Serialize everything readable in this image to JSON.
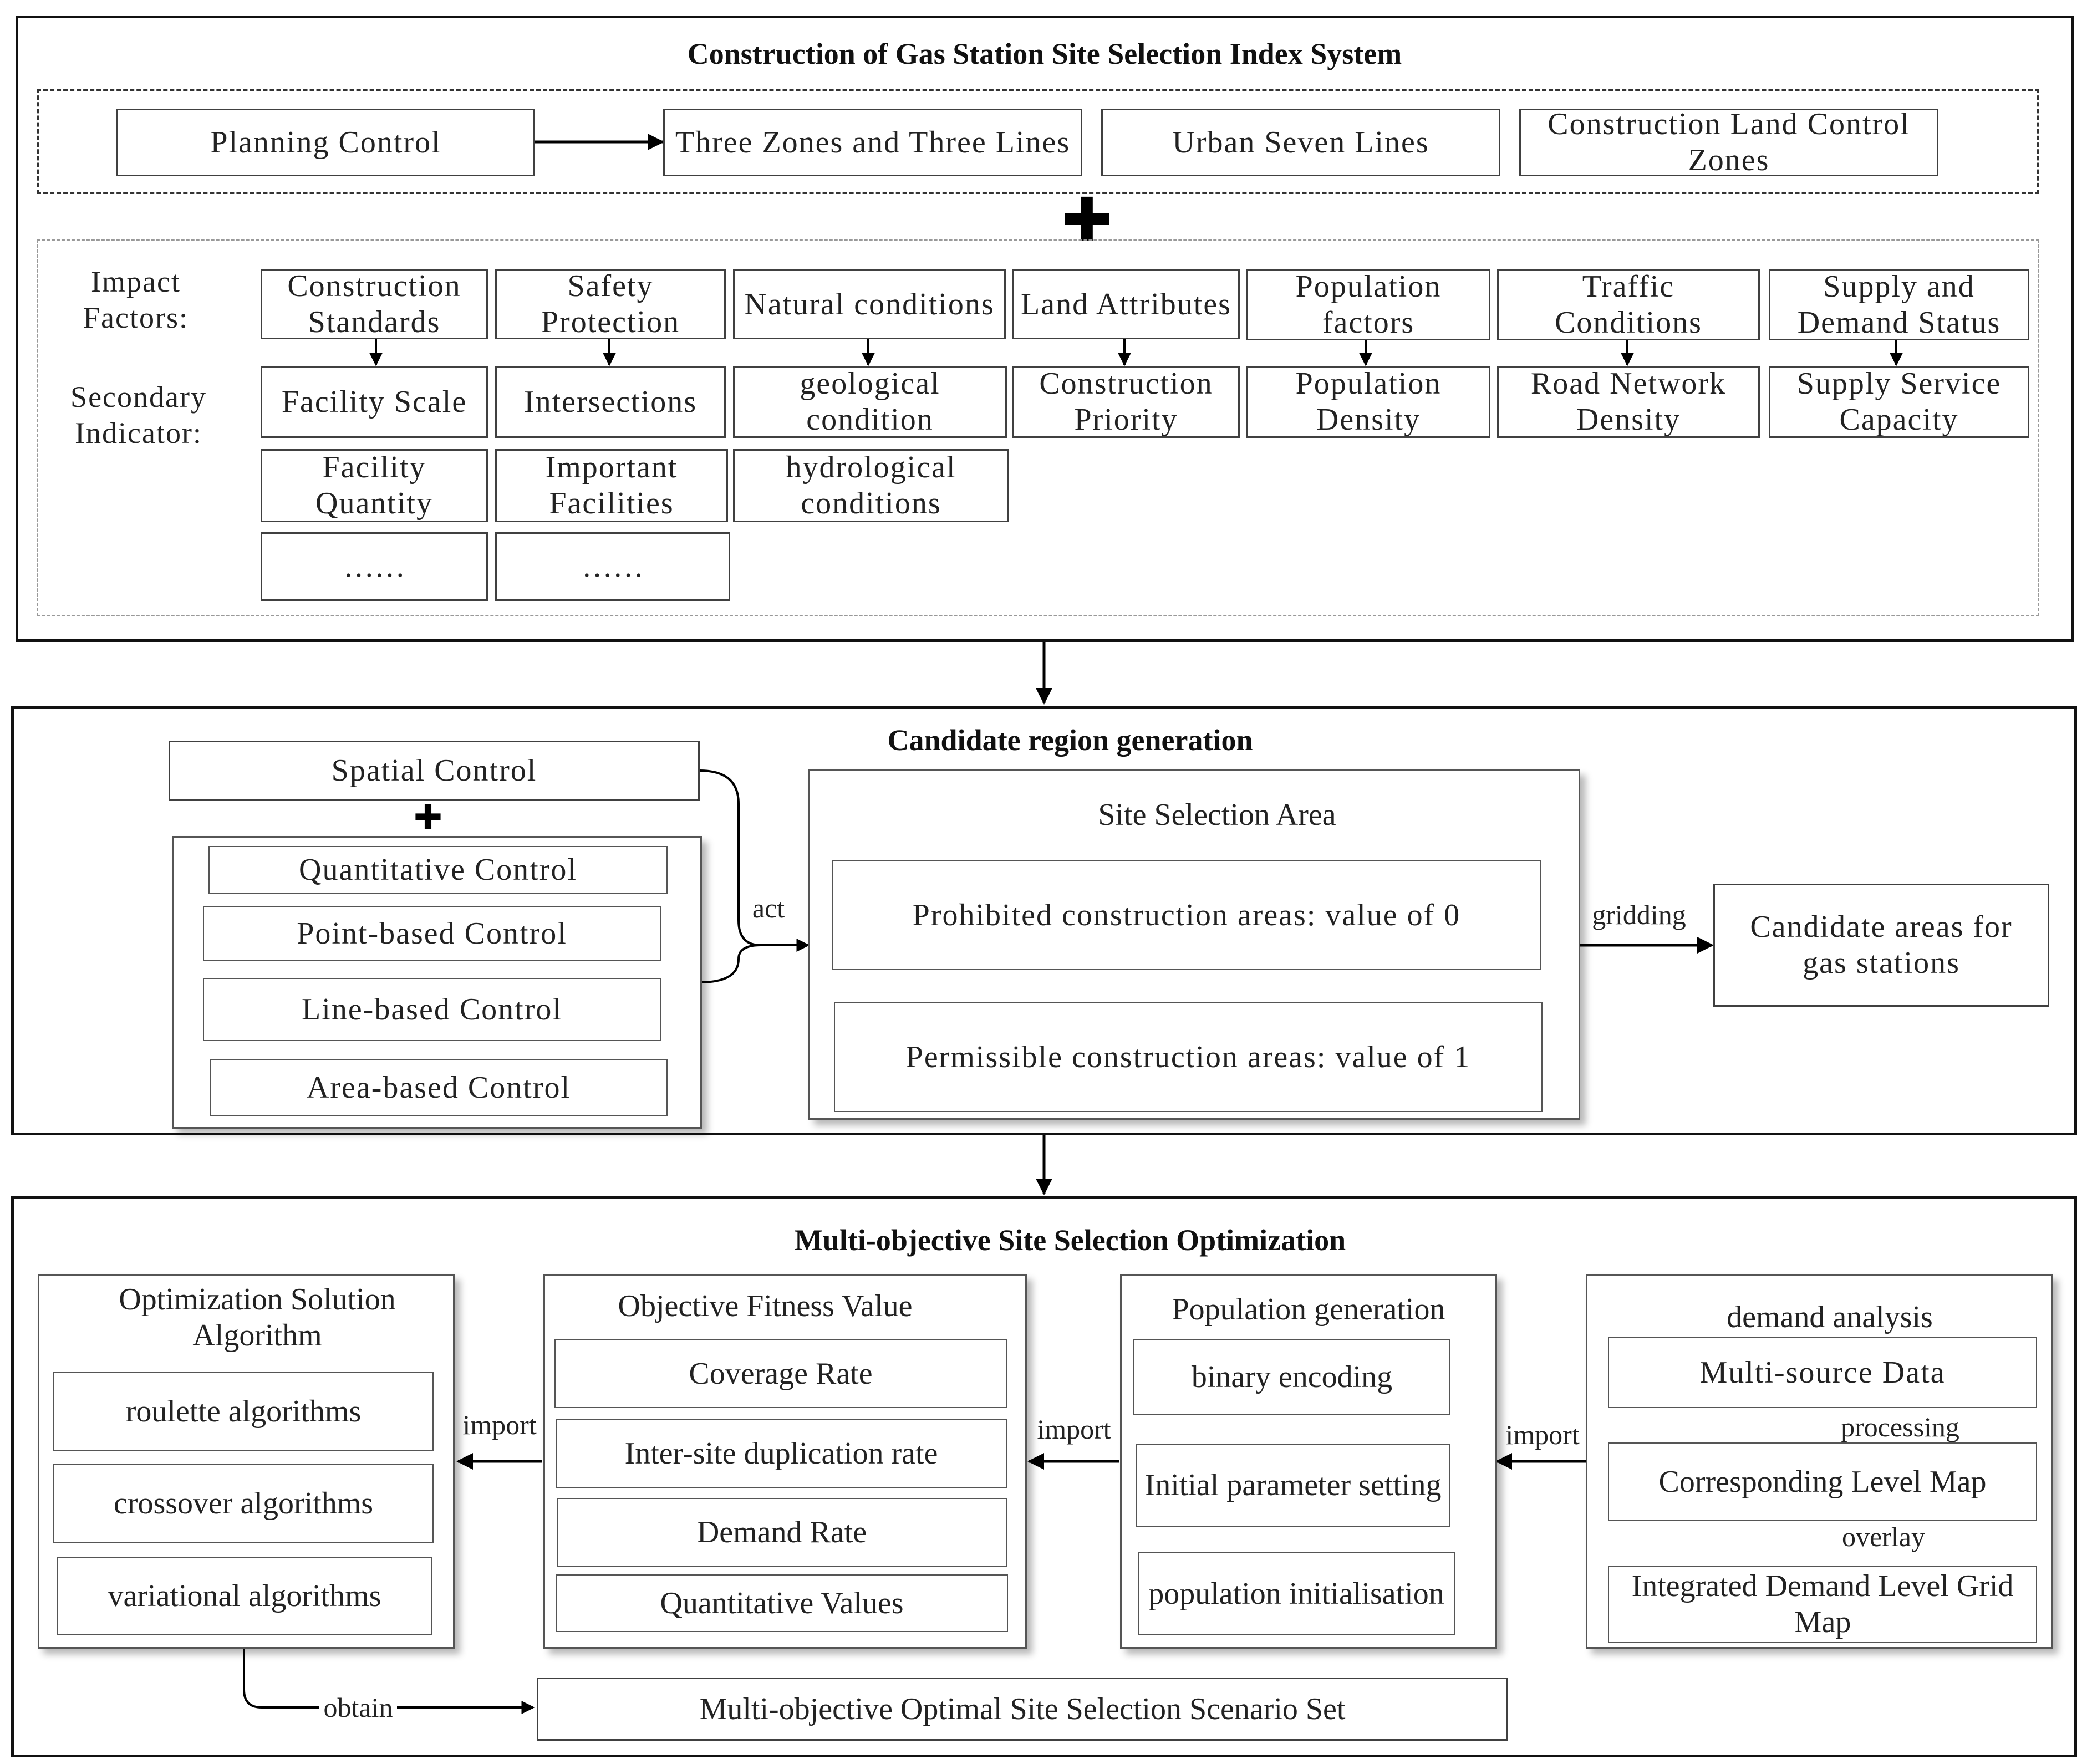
{
  "sections": {
    "index_system": {
      "title": "Construction of Gas Station Site Selection Index System",
      "planning": {
        "planning_control": "Planning Control",
        "three_zones": "Three Zones and Three Lines",
        "urban_seven": "Urban Seven Lines",
        "construction_land": "Construction Land Control Zones"
      },
      "impact_label": "Impact Factors:",
      "secondary_label": "Secondary Indicator:",
      "factors": [
        "Construction Standards",
        "Safety Protection",
        "Natural conditions",
        "Land Attributes",
        "Population factors",
        "Traffic Conditions",
        "Supply and Demand Status"
      ],
      "indicators": {
        "facility_scale": "Facility Scale",
        "intersections": "Intersections",
        "geological": "geological condition",
        "construction_priority": "Construction Priority",
        "population_density": "Population Density",
        "road_network_density": "Road Network Density",
        "supply_service_capacity": "Supply Service Capacity",
        "facility_quantity": "Facility Quantity",
        "important_facilities": "Important Facilities",
        "hydrological": "hydrological conditions",
        "ellipsis_1": "……",
        "ellipsis_2": "……"
      }
    },
    "candidate": {
      "title": "Candidate region generation",
      "spatial_control": "Spatial Control",
      "controls": [
        "Quantitative Control",
        "Point-based Control",
        "Line-based Control",
        "Area-based Control"
      ],
      "act": "act",
      "site_area_title": "Site Selection Area",
      "prohibited": "Prohibited construction areas: value of 0",
      "permissible": "Permissible construction areas: value of 1",
      "gridding": "gridding",
      "candidate_areas": "Candidate areas for gas stations"
    },
    "optimization": {
      "title": "Multi-objective Site Selection Optimization",
      "algorithm_title": "Optimization Solution Algorithm",
      "algorithms": [
        "roulette algorithms",
        "crossover algorithms",
        "variational algorithms"
      ],
      "fitness_title": "Objective Fitness Value",
      "fitness": [
        "Coverage Rate",
        "Inter-site duplication rate",
        "Demand Rate",
        "Quantitative Values"
      ],
      "population_title": "Population generation",
      "population": [
        "binary encoding",
        "Initial parameter setting",
        "population initialisation"
      ],
      "demand_title": "demand analysis",
      "demand": [
        "Multi-source Data",
        "Corresponding Level Map",
        "Integrated Demand Level Grid Map"
      ],
      "processing": "processing",
      "overlay": "overlay",
      "import_1": "import",
      "import_2": "import",
      "import_3": "import",
      "obtain": "obtain",
      "scenario_set": "Multi-objective Optimal Site Selection Scenario Set"
    }
  }
}
